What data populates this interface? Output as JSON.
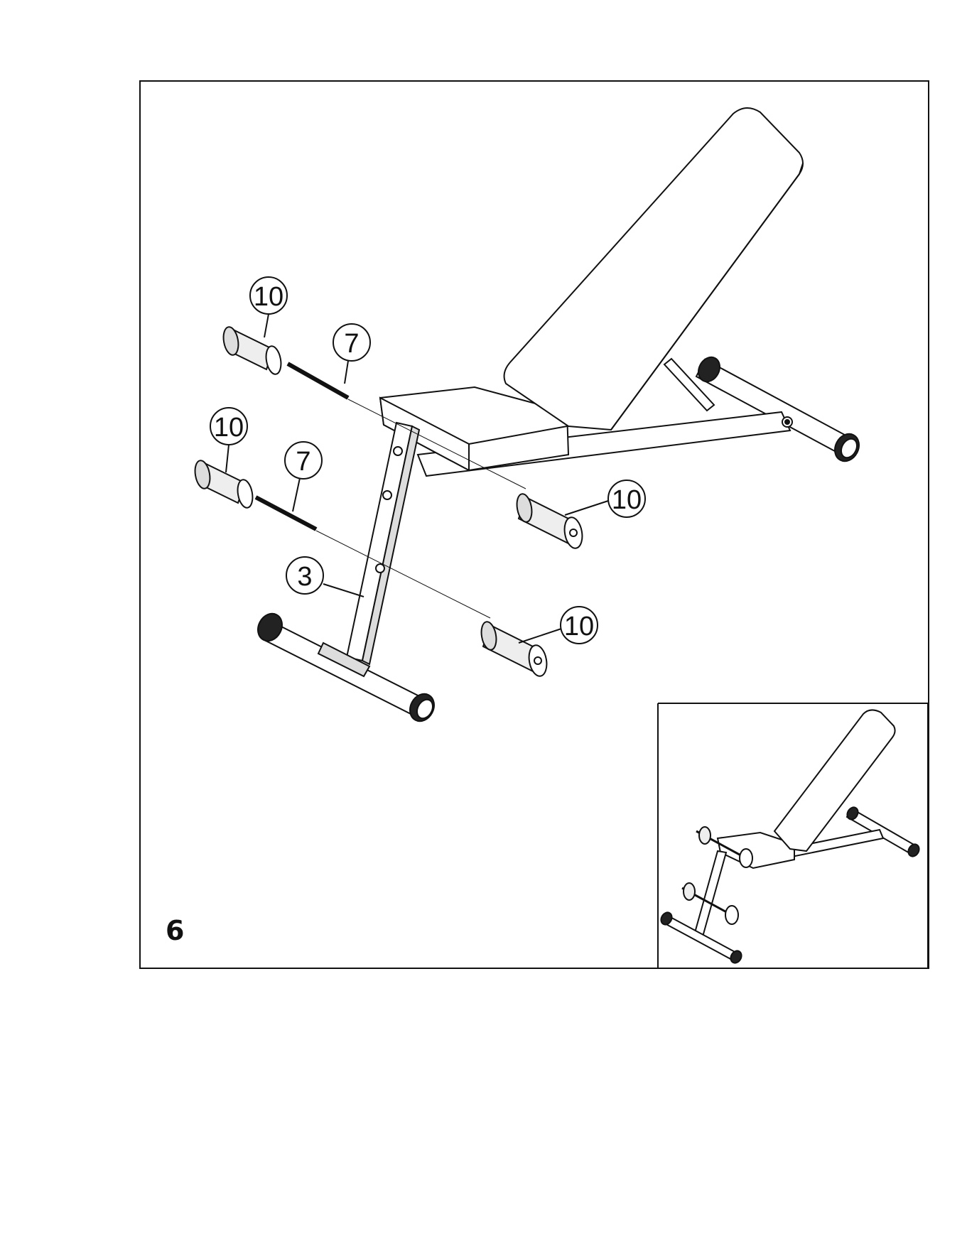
{
  "step": {
    "number": "6"
  },
  "callouts": [
    {
      "id": "upper-back-foam-roller",
      "label": "10"
    },
    {
      "id": "upper-roller-tube",
      "label": "7"
    },
    {
      "id": "lower-back-foam-roller",
      "label": "10"
    },
    {
      "id": "lower-roller-tube",
      "label": "7"
    },
    {
      "id": "upper-front-foam-roller",
      "label": "10"
    },
    {
      "id": "front-leg-post",
      "label": "3"
    },
    {
      "id": "lower-front-foam-roller",
      "label": "10"
    }
  ],
  "colors": {
    "line": "#111111",
    "fill": "#ffffff",
    "shade": "#dcdcdc",
    "cap": "#222222"
  }
}
